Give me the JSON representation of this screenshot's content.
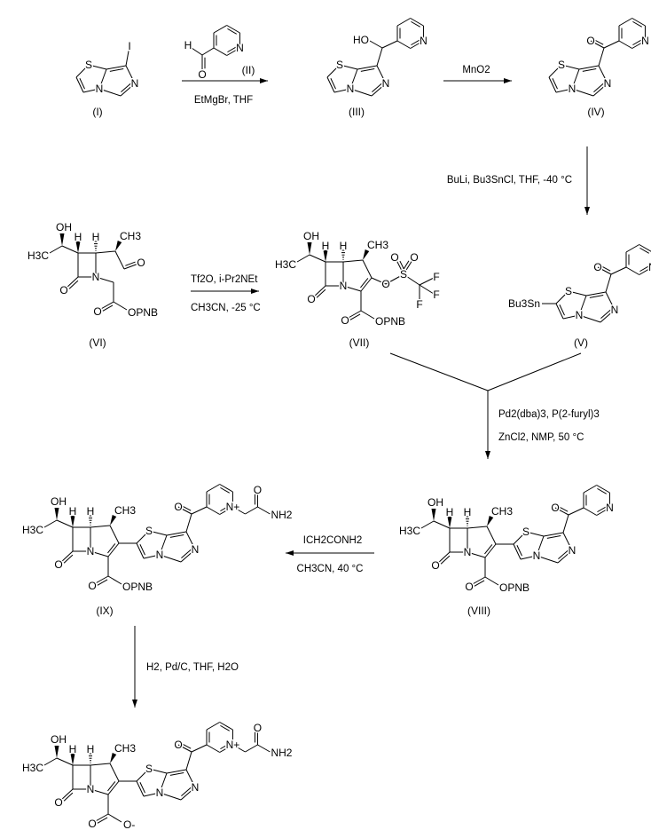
{
  "compounds": {
    "c1": "(I)",
    "c2": "(II)",
    "c3": "(III)",
    "c4": "(IV)",
    "c5": "(V)",
    "c6": "(VI)",
    "c7": "(VII)",
    "c8": "(VIII)",
    "c9": "(IX)"
  },
  "reagents": {
    "step1": "EtMgBr, THF",
    "step2": "MnO2",
    "step3": "BuLi, Bu3SnCl, THF, -40 °C",
    "step4a": "Tf2O, i-Pr2NEt",
    "step4b": "CH3CN, -25 °C",
    "step5a": "Pd2(dba)3, P(2-furyl)3",
    "step5b": "ZnCl2, NMP, 50 °C",
    "step6a": "ICH2CONH2",
    "step6b": "CH3CN, 40 °C",
    "step7": "H2, Pd/C, THF, H2O"
  },
  "atoms": {
    "S": "S",
    "N": "N",
    "O": "O",
    "OH": "OH",
    "HO": "HO",
    "H": "H",
    "CH3": "CH3",
    "H3C": "H3C",
    "I": "I",
    "OPNB": "OPNB",
    "F": "F",
    "Bu3Sn": "Bu3Sn",
    "NH2": "NH2",
    "Nplus": "N+",
    "Ominus": "O-"
  }
}
